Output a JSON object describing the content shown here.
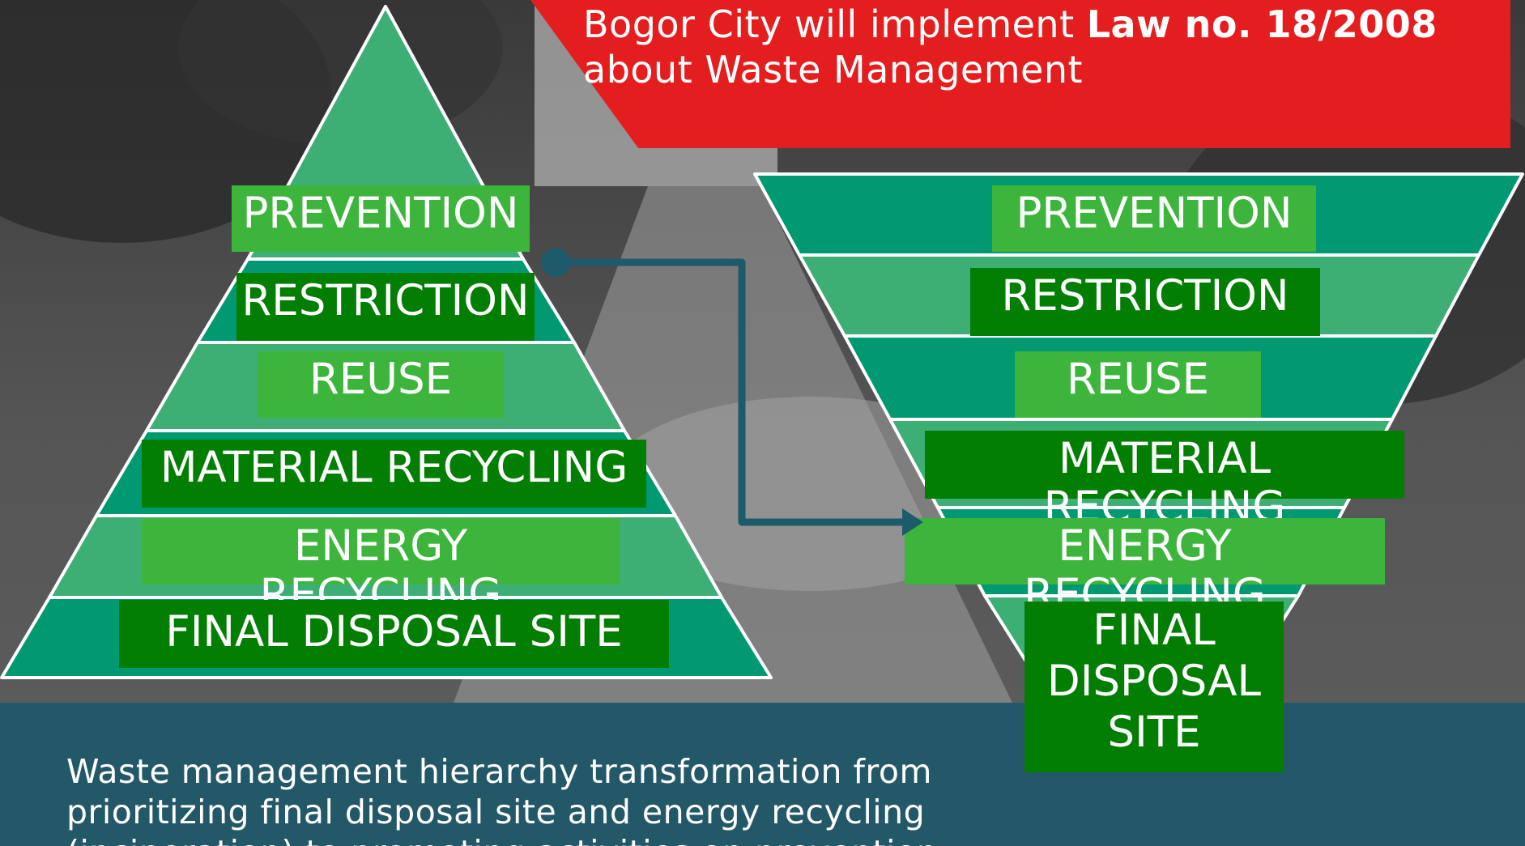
{
  "title": {
    "prefix": "Bogor City will implement ",
    "law": "Law no. 18/2008",
    "line2": "about Waste Management"
  },
  "caption": "Waste management hierarchy transformation from prioritizing final disposal site and energy recycling (incineration) to promoting activities on prevention",
  "left_pyramid": {
    "prevention": "PREVENTION",
    "restriction": "RESTRICTION",
    "reuse": "REUSE",
    "material_recycling": "MATERIAL RECYCLING",
    "energy_recycling": "ENERGY RECYCLING",
    "final_disposal": "FINAL DISPOSAL SITE"
  },
  "right_pyramid": {
    "prevention": "PREVENTION",
    "restriction": "RESTRICTION",
    "reuse": "REUSE",
    "material_recycling": "MATERIAL RECYCLING",
    "energy_recycling": "ENERGY RECYCLING",
    "final_disposal": "FINAL DISPOSAL SITE"
  },
  "colors": {
    "banner": "#e41e1e",
    "band": "#225868",
    "triangle_dark": "#009972",
    "triangle_light": "#3dae74",
    "label_dark": "#027e02",
    "label_light": "#3db53d",
    "connector": "#1d5a6a"
  }
}
